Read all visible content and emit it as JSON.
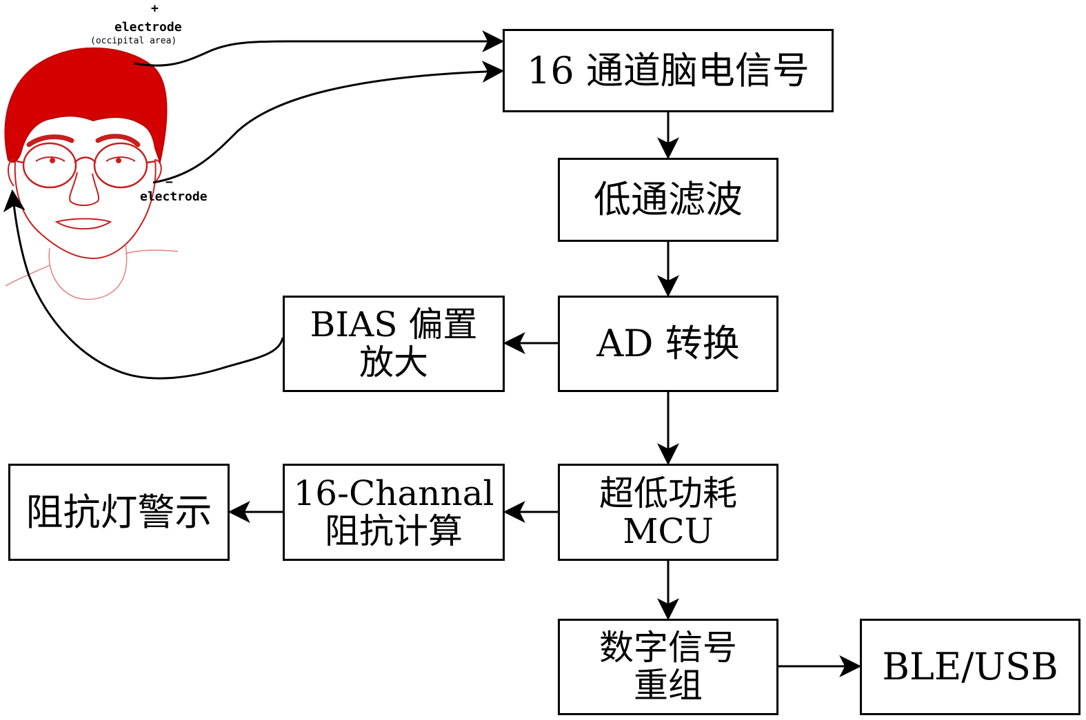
{
  "electrode_top": {
    "sign": "+",
    "label": "electrode",
    "sublabel": "(occipital area)"
  },
  "electrode_side": {
    "sign": "−",
    "label": "electrode"
  },
  "boxes": {
    "eeg": "16 通道脑电信号",
    "lowpass": "低通滤波",
    "ad": "AD 转换",
    "bias_line1": "BIAS 偏置",
    "bias_line2": "放大",
    "mcu_line1": "超低功耗",
    "mcu_line2": "MCU",
    "imp_line1": "16-Channal",
    "imp_line2": "阻抗计算",
    "alarm": "阻抗灯警示",
    "digital_line1": "数字信号",
    "digital_line2": "重组",
    "ble": "BLE/USB"
  },
  "colors": {
    "hair": "#d40000",
    "face_line": "#c81e1e",
    "skin_line": "#e08080",
    "stroke": "#000000"
  },
  "icons": {
    "head": "head-with-glasses-icon"
  }
}
